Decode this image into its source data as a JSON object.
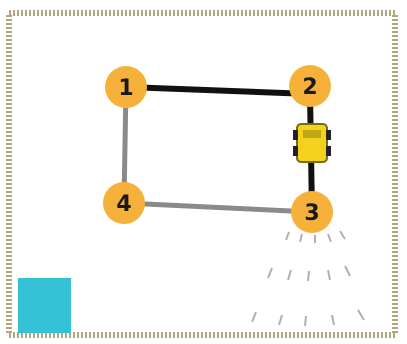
{
  "nodes": [
    {
      "id": "1",
      "label": "1"
    },
    {
      "id": "2",
      "label": "2"
    },
    {
      "id": "3",
      "label": "3"
    },
    {
      "id": "4",
      "label": "4"
    }
  ],
  "edges": [
    {
      "from": "1",
      "to": "2",
      "style": "black"
    },
    {
      "from": "2",
      "to": "3",
      "style": "black"
    },
    {
      "from": "3",
      "to": "4",
      "style": "gray"
    },
    {
      "from": "4",
      "to": "1",
      "style": "gray"
    }
  ],
  "colors": {
    "node_fill": "#f6b13a",
    "black_edge": "#111111",
    "gray_edge": "#8a8a8a",
    "robot_body": "#f2d21f",
    "target_square": "#33c2d6",
    "frame_border": "#b3a57d"
  },
  "icons": {
    "robot": "robot-car-icon",
    "sensor_beam": "sensor-beam-icon",
    "target": "target-square"
  }
}
